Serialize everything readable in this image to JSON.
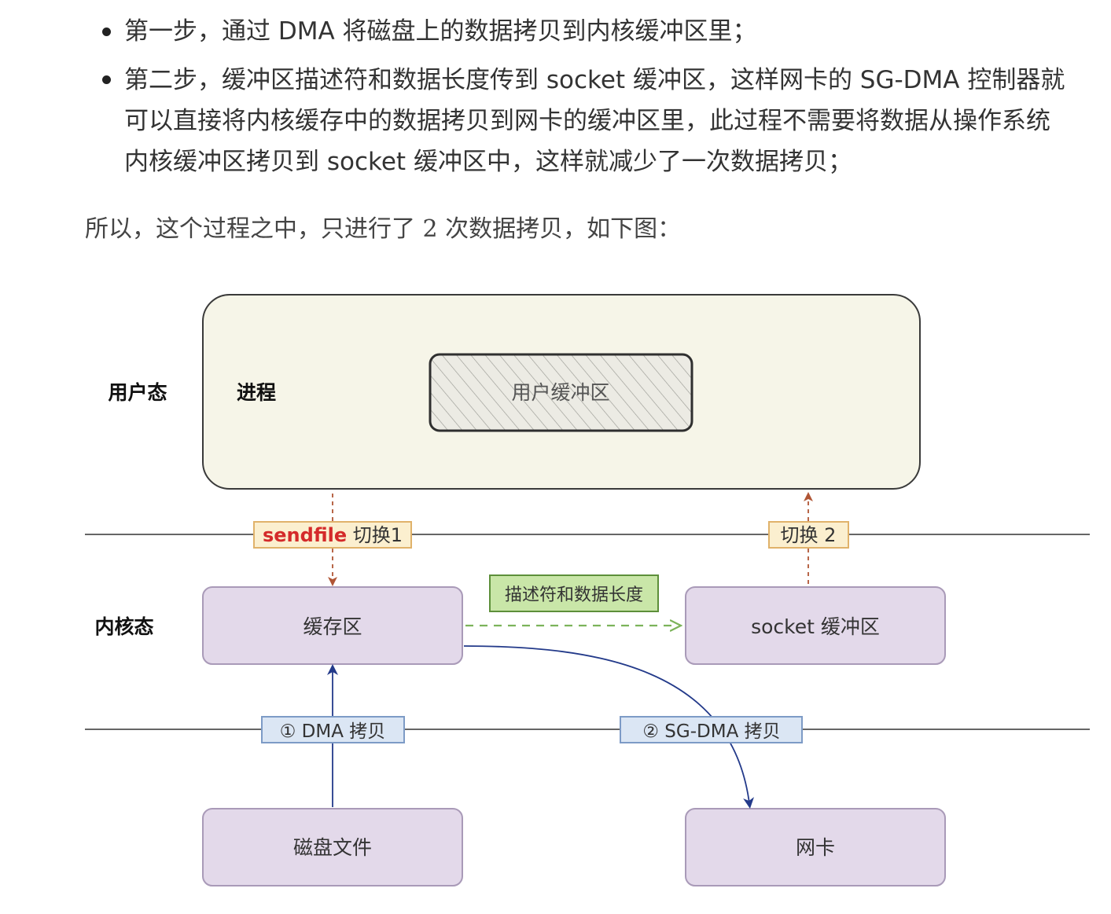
{
  "steps": [
    {
      "lines": [
        "第一步，通过 DMA 将磁盘上的数据拷贝到内核缓冲区里；"
      ]
    },
    {
      "lines": [
        "第二步，缓冲区描述符和数据长度传到 socket 缓冲区，这样网卡的 SG-DMA 控制器就",
        "可以直接将内核缓存中的数据拷贝到网卡的缓冲区里，此过程不需要将数据从操作系统",
        "内核缓冲区拷贝到 socket 缓冲区中，这样就减少了一次数据拷贝；"
      ]
    }
  ],
  "paragraph": "所以，这个过程之中，只进行了 2 次数据拷贝，如下图：",
  "diagram": {
    "user_mode_label": "用户态",
    "kernel_mode_label": "内核态",
    "process_label": "进程",
    "user_buffer_label": "用户缓冲区",
    "sendfile_tag_red": "sendfile",
    "sendfile_tag_rest": " 切换1",
    "switch2_tag": "切换 2",
    "cache_label": "缓存区",
    "socket_buffer_label": "socket 缓冲区",
    "descriptor_label": "描述符和数据长度",
    "dma_copy_label": "① DMA 拷贝",
    "sgdma_copy_label": "② SG-DMA 拷贝",
    "disk_file_label": "磁盘文件",
    "nic_label": "网卡",
    "colors": {
      "user_box_fill": "#f6f5e8",
      "kernel_box_fill": "#e3d9ea",
      "kernel_box_stroke": "#a99ab8",
      "switch_tag_fill": "#fbefcf",
      "switch_tag_stroke": "#e0b26a",
      "dma_tag_fill": "#dbe6f4",
      "dma_tag_stroke": "#7d9bc6",
      "descriptor_fill": "#c9e6a8",
      "descriptor_stroke": "#5d8f3a",
      "arrow_red": "#b05535",
      "arrow_blue": "#233a8a",
      "arrow_green": "#7cb35a",
      "sendfile_red": "#d42a2a"
    }
  }
}
